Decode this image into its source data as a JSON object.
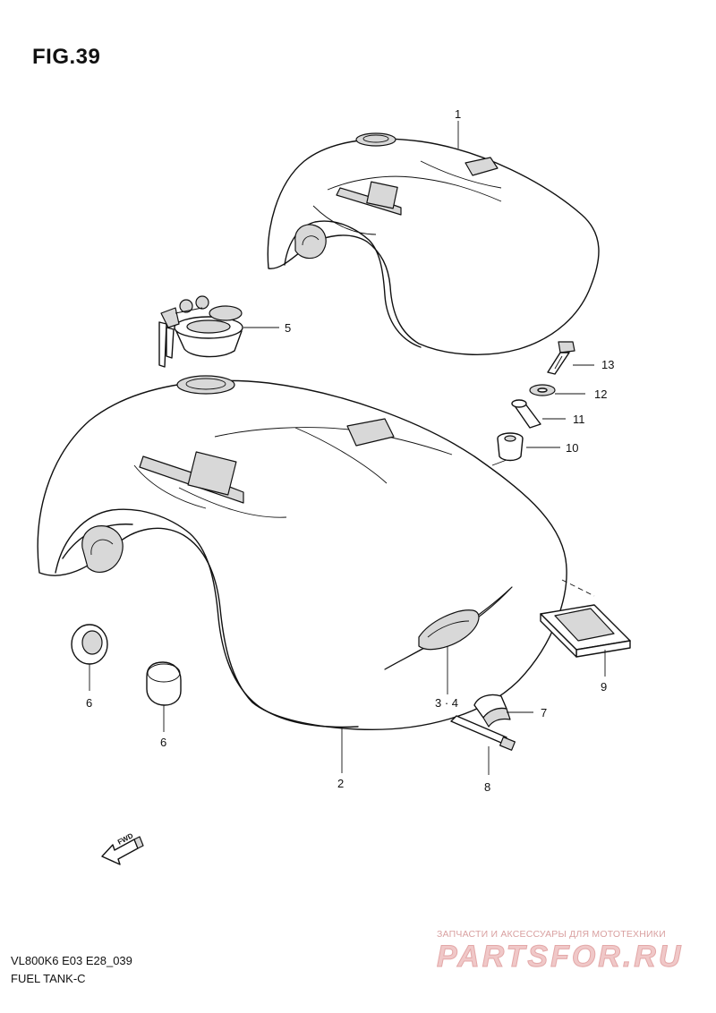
{
  "figure": {
    "title": "FIG.39",
    "model_code": "VL800K6 E03 E28_039",
    "group_name": "FUEL TANK-C"
  },
  "callouts": [
    {
      "id": "p1",
      "label": "1"
    },
    {
      "id": "p2",
      "label": "2"
    },
    {
      "id": "p34",
      "label": "3 · 4"
    },
    {
      "id": "p5",
      "label": "5"
    },
    {
      "id": "p6a",
      "label": "6"
    },
    {
      "id": "p6b",
      "label": "6"
    },
    {
      "id": "p7",
      "label": "7"
    },
    {
      "id": "p8",
      "label": "8"
    },
    {
      "id": "p9",
      "label": "9"
    },
    {
      "id": "p10",
      "label": "10"
    },
    {
      "id": "p11",
      "label": "11"
    },
    {
      "id": "p12",
      "label": "12"
    },
    {
      "id": "p13",
      "label": "13"
    }
  ],
  "direction_marker": {
    "text": "FWD"
  },
  "watermark": {
    "tagline": "ЗАПЧАСТИ И АКСЕССУАРЫ ДЛЯ МОТОТЕХНИКИ",
    "brand": "PARTSFOR.RU"
  }
}
